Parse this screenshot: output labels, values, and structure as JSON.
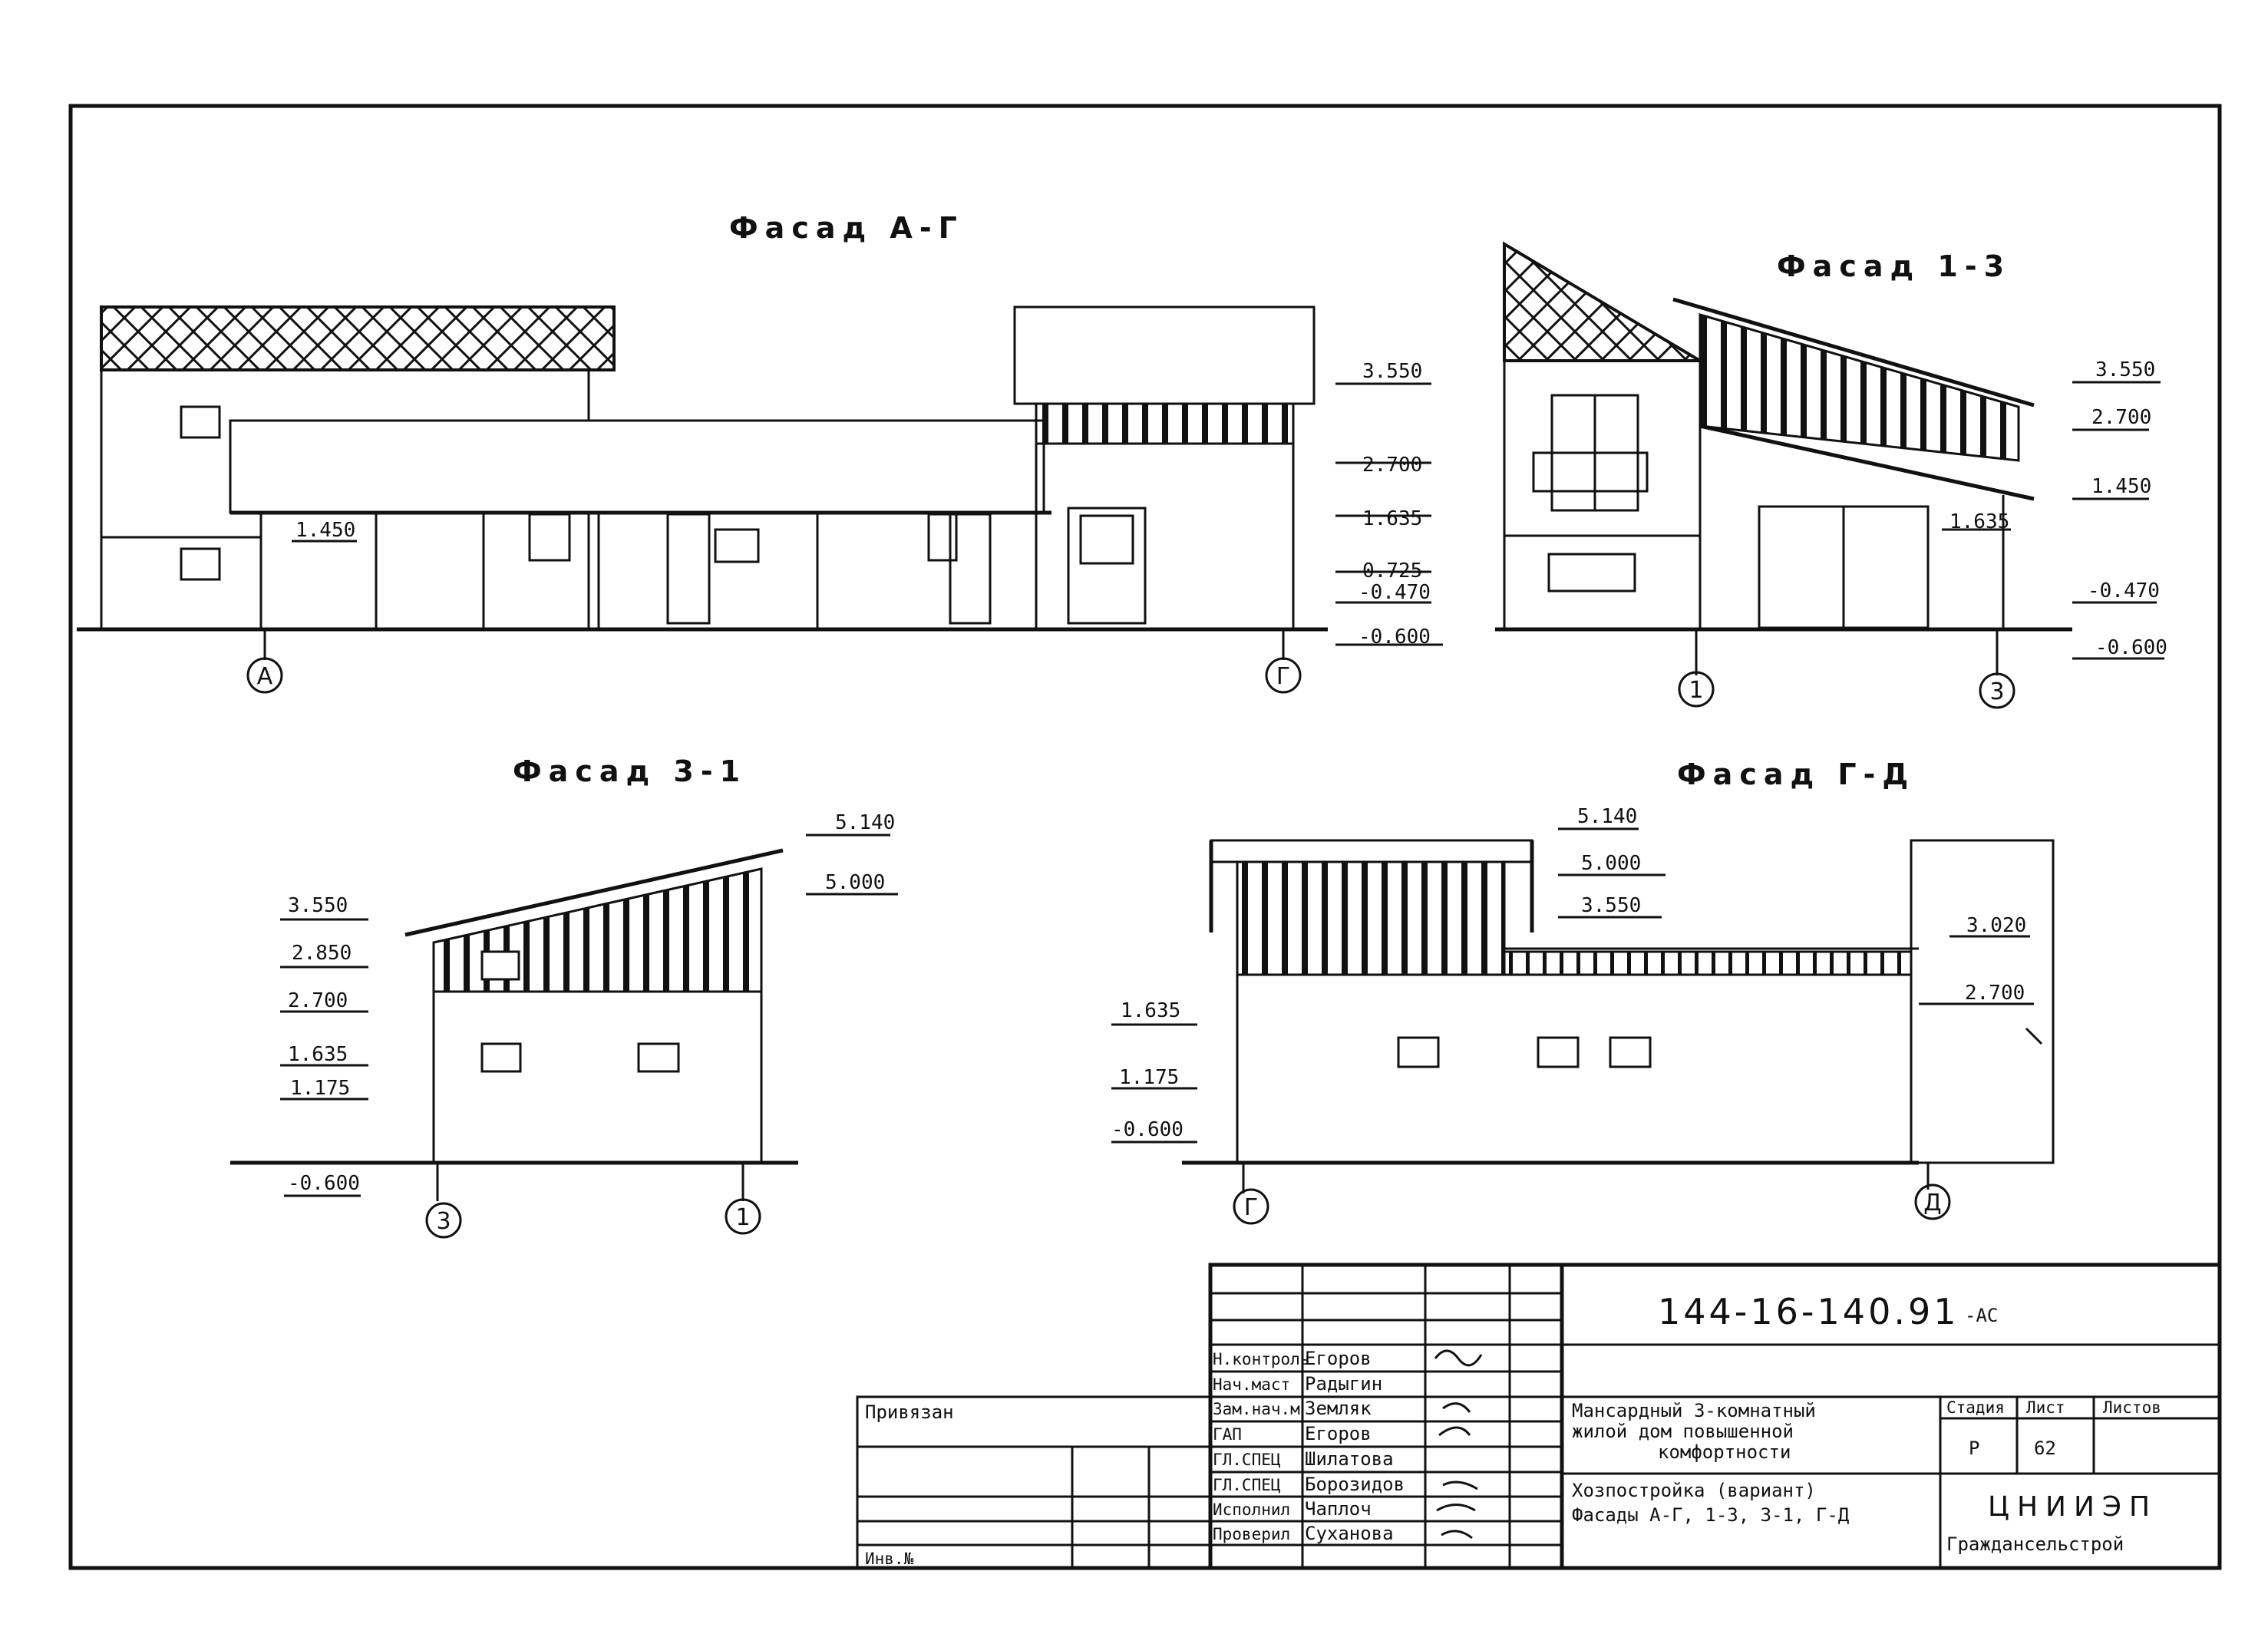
{
  "titles": {
    "a_g": "Фасад А-Г",
    "1_3": "Фасад 1-3",
    "3_1": "Фасад 3-1",
    "g_d": "Фасад Г-Д"
  },
  "levels": {
    "a_g": [
      "3.550",
      "2.700",
      "1.635",
      "0.725",
      "-0.470",
      "-0.600",
      "1.450"
    ],
    "1_3": [
      "3.550",
      "2.700",
      "1.450",
      "1.635",
      "-0.470",
      "-0.600"
    ],
    "3_1": [
      "3.550",
      "2.850",
      "2.700",
      "1.635",
      "1.175",
      "-0.600",
      "5.140",
      "5.000"
    ],
    "g_d": [
      "5.140",
      "5.000",
      "3.550",
      "3.020",
      "2.700",
      "1.635",
      "1.175",
      "-0.600"
    ]
  },
  "axes": {
    "a_g": [
      "А",
      "Г"
    ],
    "1_3": [
      "1",
      "3"
    ],
    "3_1": [
      "3",
      "1"
    ],
    "g_d": [
      "Г",
      "Д"
    ]
  },
  "title_block": {
    "code": "144-16-140.91",
    "code_suffix": "-АС",
    "staff": [
      {
        "role": "Н.контроль",
        "name": "Егоров"
      },
      {
        "role": "Нач.маст",
        "name": "Радыгин"
      },
      {
        "role": "Зам.нач.м",
        "name": "Земляк"
      },
      {
        "role": "ГАП",
        "name": "Егоров"
      },
      {
        "role": "ГЛ.СПЕЦ",
        "name": "Шилатова"
      },
      {
        "role": "ГЛ.СПЕЦ",
        "name": "Борозидов"
      },
      {
        "role": "Исполнил",
        "name": "Чаплоч"
      },
      {
        "role": "Проверил",
        "name": "Суханова"
      }
    ],
    "privyazan": "Привязан",
    "inv": "Инв.№",
    "project_title": [
      "Мансардный 3-комнатный",
      "жилой дом повышенной",
      "комфортности"
    ],
    "sheet_title": [
      "Хозпостройка (вариант)",
      "Фасады А-Г, 1-3, 3-1, Г-Д"
    ],
    "col_stage": "Стадия",
    "col_sheet": "Лист",
    "col_sheets": "Листов",
    "stage": "Р",
    "sheet": "62",
    "org": "ЦНИИЭП",
    "org_sub": "Граждансельстрой"
  }
}
